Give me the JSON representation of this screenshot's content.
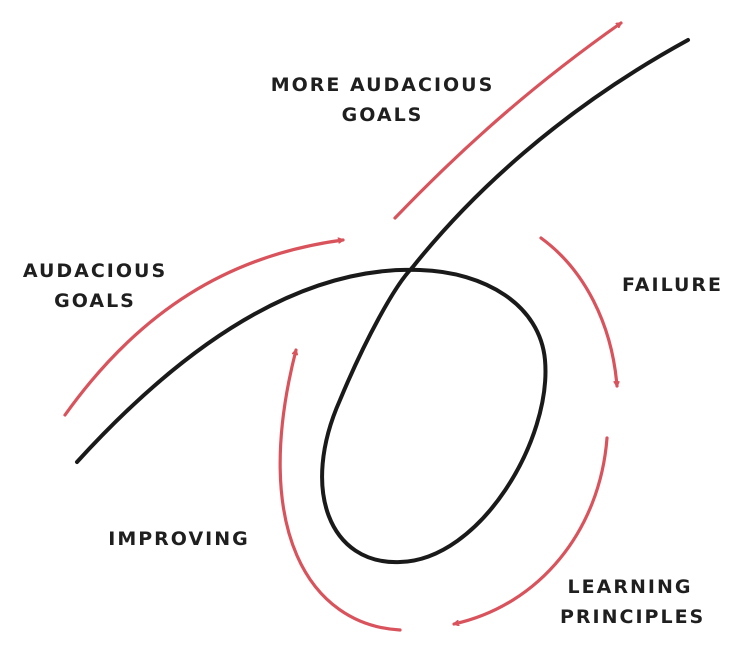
{
  "colors": {
    "arrow": "#d9535c",
    "line": "#1a1a1a",
    "text": "#1f1f1f",
    "background": "#ffffff"
  },
  "labels": {
    "more_audacious_goals": [
      "MORE AUDACIOUS",
      "GOALS"
    ],
    "audacious_goals": [
      "AUDACIOUS",
      "GOALS"
    ],
    "failure": [
      "FAILURE"
    ],
    "improving": [
      "IMPROVING"
    ],
    "learning_principles": [
      "LEARNING",
      "PRINCIPLES"
    ]
  }
}
